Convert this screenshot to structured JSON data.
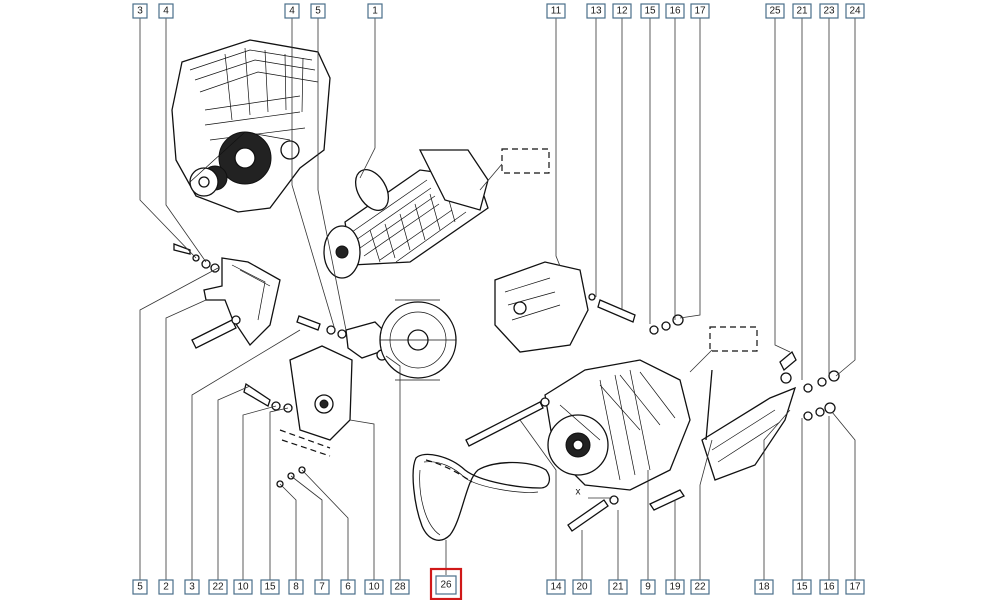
{
  "labels": {
    "top": [
      {
        "id": "t3",
        "text": "3"
      },
      {
        "id": "t4a",
        "text": "4"
      },
      {
        "id": "t4b",
        "text": "4"
      },
      {
        "id": "t5",
        "text": "5"
      },
      {
        "id": "t1",
        "text": "1"
      },
      {
        "id": "t11",
        "text": "11"
      },
      {
        "id": "t13",
        "text": "13"
      },
      {
        "id": "t12",
        "text": "12"
      },
      {
        "id": "t15",
        "text": "15"
      },
      {
        "id": "t16",
        "text": "16"
      },
      {
        "id": "t17",
        "text": "17"
      },
      {
        "id": "t25",
        "text": "25"
      },
      {
        "id": "t21",
        "text": "21"
      },
      {
        "id": "t23",
        "text": "23"
      },
      {
        "id": "t24",
        "text": "24"
      }
    ],
    "bottom": [
      {
        "id": "b5",
        "text": "5"
      },
      {
        "id": "b2",
        "text": "2"
      },
      {
        "id": "b3",
        "text": "3"
      },
      {
        "id": "b22a",
        "text": "22"
      },
      {
        "id": "b10a",
        "text": "10"
      },
      {
        "id": "b15a",
        "text": "15"
      },
      {
        "id": "b8",
        "text": "8"
      },
      {
        "id": "b7",
        "text": "7"
      },
      {
        "id": "b6",
        "text": "6"
      },
      {
        "id": "b10b",
        "text": "10"
      },
      {
        "id": "b28",
        "text": "28"
      },
      {
        "id": "b26",
        "text": "26"
      },
      {
        "id": "b14",
        "text": "14"
      },
      {
        "id": "b20",
        "text": "20"
      },
      {
        "id": "b21",
        "text": "21"
      },
      {
        "id": "b9",
        "text": "9"
      },
      {
        "id": "b19",
        "text": "19"
      },
      {
        "id": "b22b",
        "text": "22"
      },
      {
        "id": "b18",
        "text": "18"
      },
      {
        "id": "b15b",
        "text": "15"
      },
      {
        "id": "b16",
        "text": "16"
      },
      {
        "id": "b17",
        "text": "17"
      }
    ]
  },
  "annotations": {
    "x_mark": "x"
  },
  "highlighted_label": "26",
  "colors": {
    "highlight": "#d01818",
    "label_border": "#4a6f8a",
    "line": "#111111"
  }
}
